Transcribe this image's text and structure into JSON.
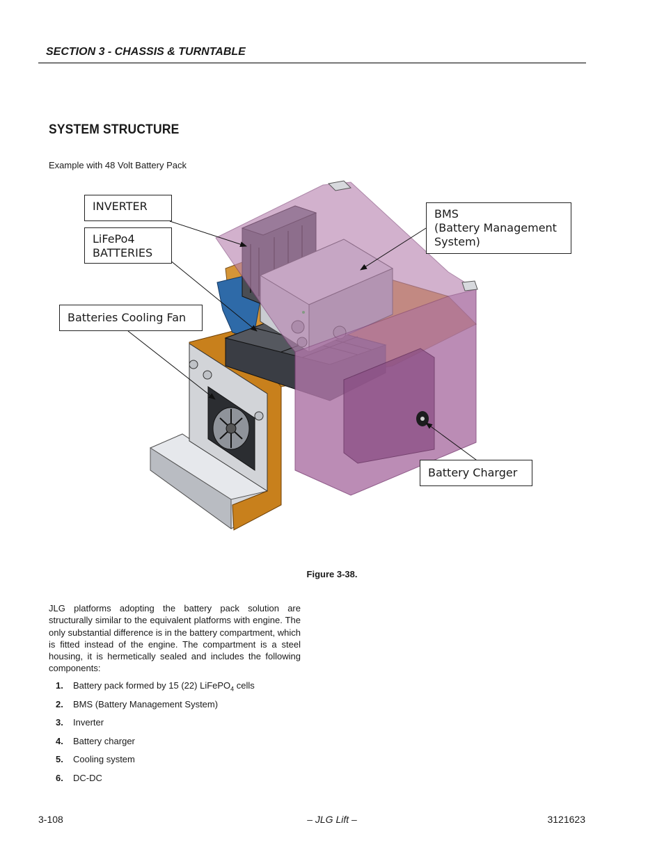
{
  "header": {
    "section": "SECTION 3 - CHASSIS & TURNTABLE"
  },
  "title": "SYSTEM STRUCTURE",
  "intro": "Example with 48 Volt Battery Pack",
  "figure": {
    "callouts": {
      "inverter": "INVERTER",
      "batteries": "LiFePo4\nBATTERIES",
      "cooling_fan": "Batteries Cooling Fan",
      "bms": "BMS\n(Battery Management\nSystem)",
      "charger": "Battery Charger"
    },
    "caption": "Figure 3-38."
  },
  "body": "JLG platforms adopting the battery pack solution are structurally similar to the equivalent platforms with engine. The only substantial difference is in the battery compart­ment, which is fitted instead of the engine. The compart­ment is a steel housing, it is hermetically sealed and includes the following components:",
  "components": [
    {
      "num": "1.",
      "text_pre": "Battery pack formed by 15 (22) LiFePO",
      "sub": "4",
      "text_post": " cells"
    },
    {
      "num": "2.",
      "text": "BMS (Battery Management System)"
    },
    {
      "num": "3.",
      "text": "Inverter"
    },
    {
      "num": "4.",
      "text": "Battery charger"
    },
    {
      "num": "5.",
      "text": "Cooling system"
    },
    {
      "num": "6.",
      "text": "DC-DC"
    }
  ],
  "footer": {
    "page": "3-108",
    "center": "– JLG Lift –",
    "doc": "3121623"
  },
  "colors": {
    "housing": "#b783b0",
    "frame": "#c8801c",
    "bracket": "#2e6aa8",
    "metal": "#c9ccd2"
  }
}
